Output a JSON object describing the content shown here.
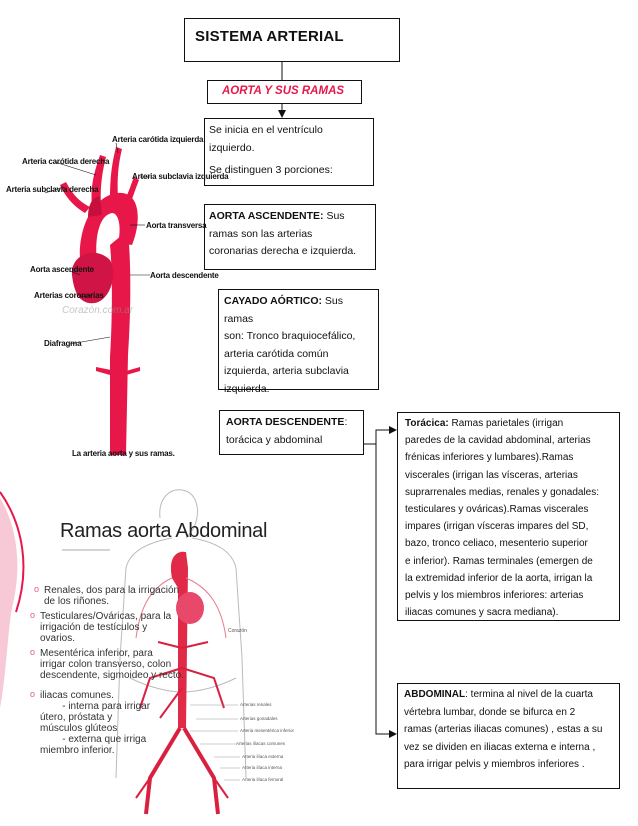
{
  "title": "SISTEMA ARTERIAL",
  "subtitle": "AORTA Y SUS RAMAS",
  "intro": {
    "line1": "Se inicia en el ventrículo",
    "line2": "izquierdo.",
    "line3": "Se distinguen 3 porciones:"
  },
  "ascendente": {
    "label": "AORTA ASCENDENTE:",
    "text_a": " Sus",
    "text_b": "ramas son las arterias",
    "text_c": "coronarias derecha e izquierda."
  },
  "cayado": {
    "label": "CAYADO AÓRTICO:",
    "text_a": " Sus ramas",
    "text_b": "son: Tronco braquiocefálico,",
    "text_c": "arteria carótida común",
    "text_d": "izquierda, arteria subclavia",
    "text_e": "izquierda."
  },
  "descendente": {
    "label": "AORTA DESCENDENTE",
    "colon": ":",
    "text": "torácica y abdominal"
  },
  "toracica": {
    "label": "Torácica:",
    "lines": [
      "  Ramas parietales (irrigan",
      "paredes de la cavidad abdominal, arterias",
      "frénicas inferiores y lumbares).Ramas",
      "viscerales (irrigan las vísceras, arterias",
      "suprarrenales medias, renales y gonadales:",
      "testiculares y ováricas).Ramas viscerales",
      "impares (irrigan vísceras impares del SD,",
      "bazo, tronco celiaco, mesenterio superior",
      "e inferior). Ramas terminales (emergen de",
      "la extremidad inferior de la aorta, irrigan la",
      "pelvis y los miembros inferiores: arterias",
      "iliacas comunes y sacra mediana)."
    ]
  },
  "abdominal": {
    "label": "ABDOMINAL",
    "lines": [
      ": termina al nivel de la cuarta",
      "vértebra lumbar, donde se bifurca en 2",
      "ramas (arterias iliacas comunes) , estas a su",
      "vez se dividen en  iliacas externa e interna  ,",
      "para irrigar pelvis y miembros inferiores ."
    ]
  },
  "figure1": {
    "labels": {
      "carotida_der": "Arteria carótida derecha",
      "carotida_izq": "Arteria carótida izquierda",
      "subclavia_izq": "Arteria subclavia izquierda",
      "subclavia_der": "Arteria subclavia derecha",
      "transversa": "Aorta transversa",
      "ascendente": "Aorta ascendente",
      "descendente": "Aorta descendente",
      "coronarias": "Arterias coronarias",
      "diafragma": "Diafragma",
      "watermark": "Corazón.com.ar",
      "caption": "La arteria aorta y sus ramas."
    }
  },
  "figure2": {
    "title": "Ramas aorta Abdominal",
    "bullets": [
      [
        "Renales, dos para la irrigación",
        "de los riñones."
      ],
      [
        "Testiculares/Ováricas, para la",
        "irrigación de testículos y",
        "ovarios."
      ],
      [
        " Mesentérica inferior, para",
        "irrigar colon transverso, colon",
        "descendente, sigmoideo y recto."
      ],
      [
        "iliacas comunes.",
        "        - interna para irrigar",
        "útero, próstata y",
        "músculos glúteos",
        "        - externa que irriga",
        "miembro inferior."
      ]
    ],
    "corazon": "Corazón",
    "side_labels": [
      "Arterias renales",
      "Arterias gonadales",
      "Arteria mesentérica inferior",
      "Arterias ilíacas comunes",
      "Arteria ilíaca externa",
      "Arteria ilíaca interna",
      "Arteria ilíaca femoral"
    ]
  },
  "colors": {
    "artery": "#e8174a",
    "accent": "#e8174a",
    "pink_band": "#f7c9d6"
  }
}
